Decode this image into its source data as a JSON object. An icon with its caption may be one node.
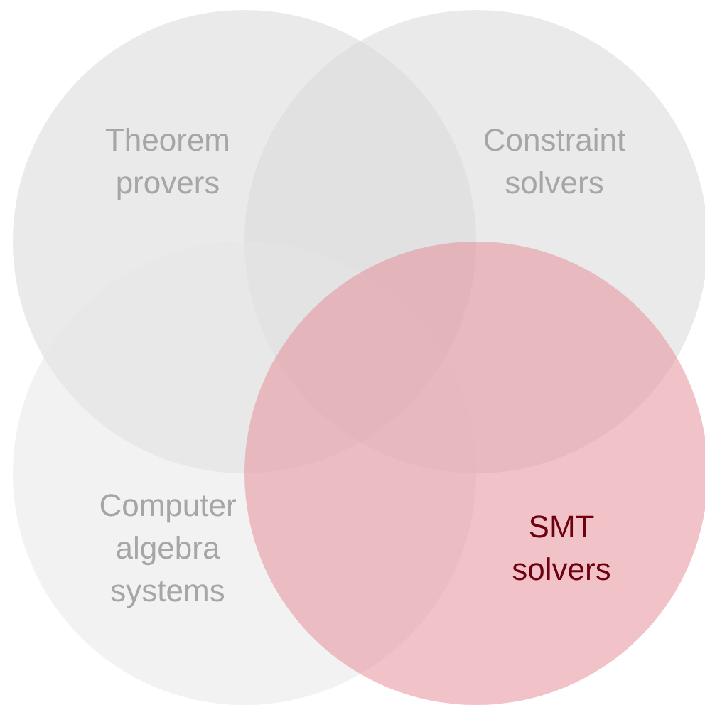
{
  "diagram": {
    "nodes": [
      {
        "text": [
          "Theorem provers"
        ]
      },
      {
        "text": [
          "Constraint solvers"
        ]
      },
      {
        "text": [
          "Computer algebra systems"
        ]
      },
      {
        "text": [
          "SMT solvers"
        ]
      }
    ],
    "edges": []
  }
}
